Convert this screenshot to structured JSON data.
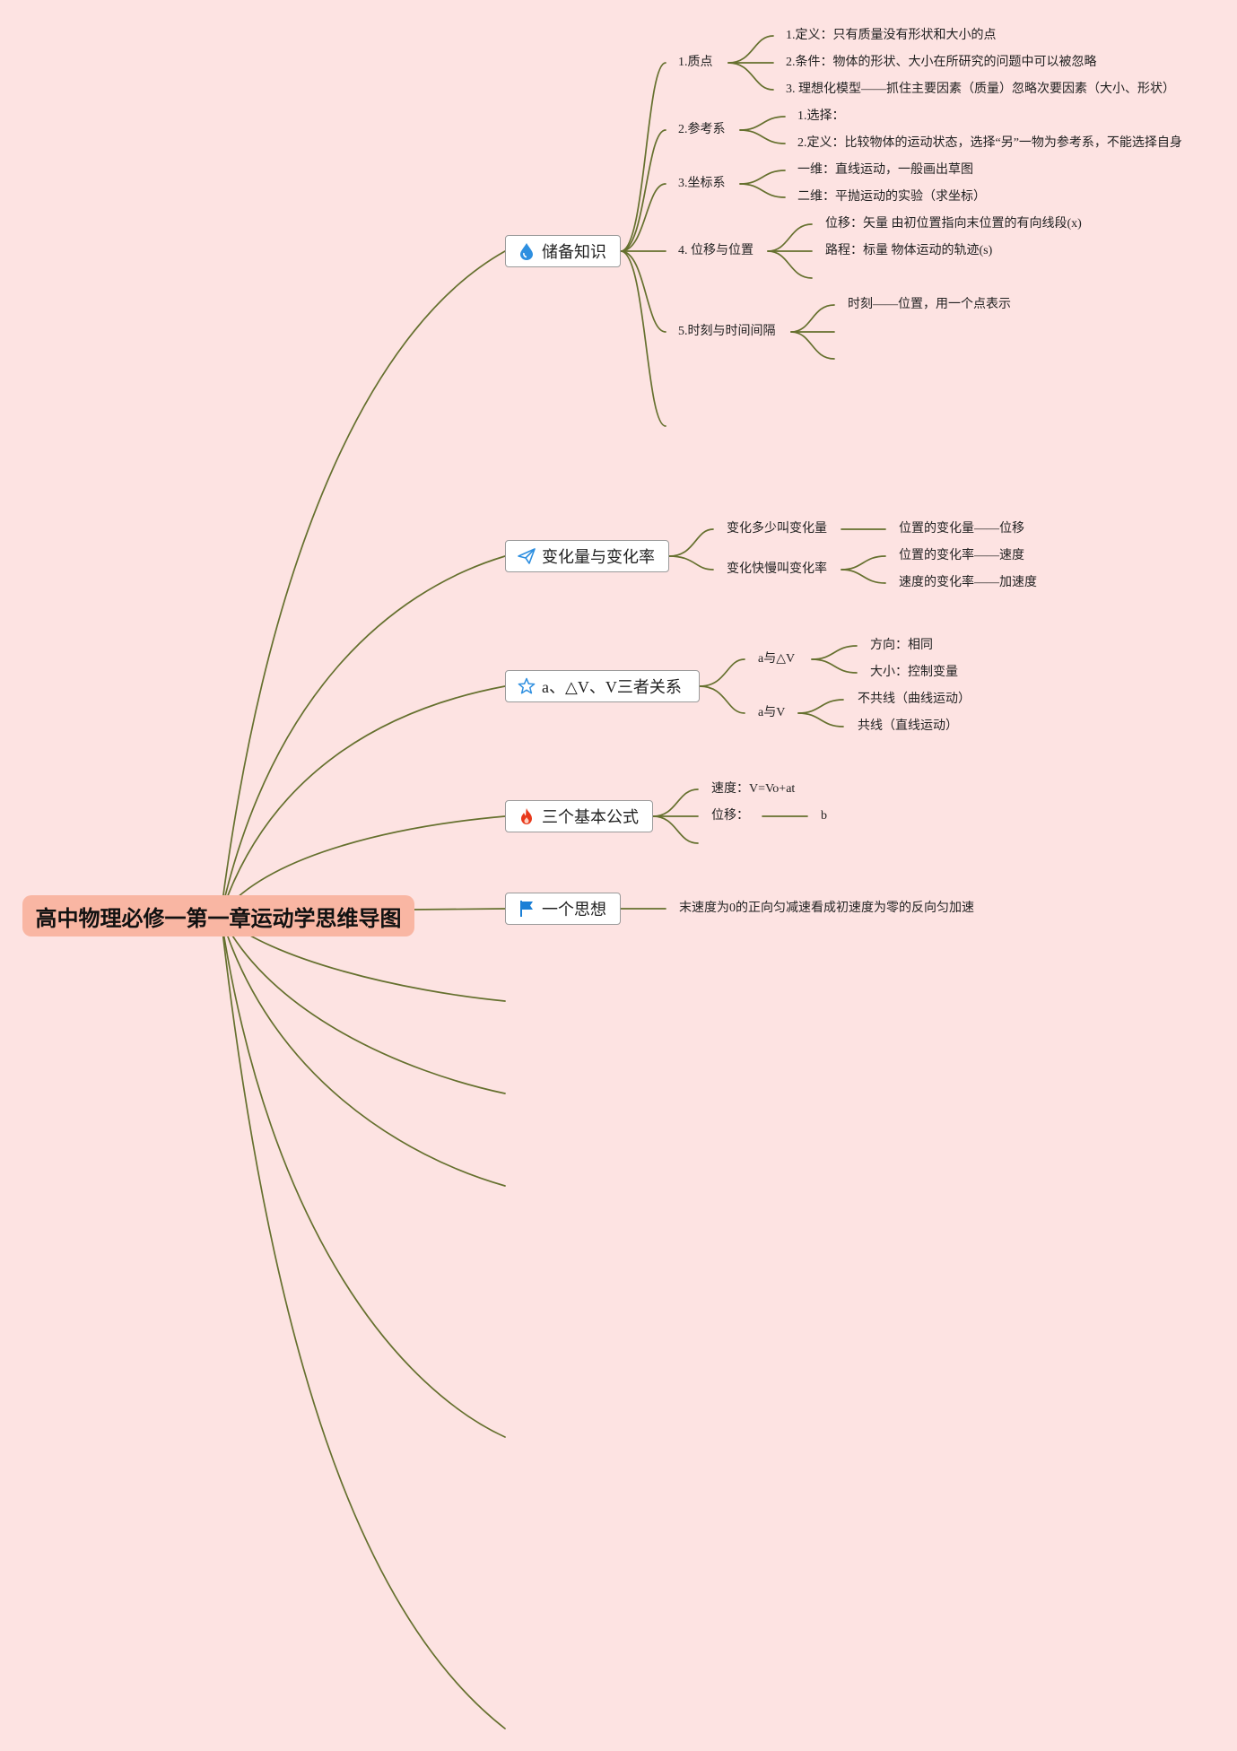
{
  "root": {
    "title": "高中物理必修一第一章运动学思维导图"
  },
  "branches": {
    "b1": {
      "label": "储备知识",
      "icon": "water-drop-icon",
      "color": "#2e8fe0"
    },
    "b2": {
      "label": "变化量与变化率",
      "icon": "paper-plane-icon",
      "color": "#2e8fe0"
    },
    "b3": {
      "label": "a、△V、V三者关系",
      "icon": "star-icon",
      "color": "#2e8fe0"
    },
    "b4": {
      "label": "三个基本公式",
      "icon": "fire-icon",
      "color": "#e8391b"
    },
    "b5": {
      "label": "一个思想",
      "icon": "flag-icon",
      "color": "#1a7fd6"
    }
  },
  "nodes": {
    "zhidian": "1.质点",
    "zhidian_def": "1.定义：只有质量没有形状和大小的点",
    "zhidian_cond": "2.条件：物体的形状、大小在所研究的问题中可以被忽略",
    "zhidian_model": "3. 理想化模型——抓住主要因素（质量）忽略次要因素（大小、形状）",
    "cankaoxi": "2.参考系",
    "cankaoxi_choose": "1.选择：",
    "cankaoxi_def": "2.定义：比较物体的运动状态，选择“另”一物为参考系，不能选择自身",
    "zuobiaoxi": "3.坐标系",
    "zuobiaoxi_1d": "一维：直线运动，一般画出草图",
    "zuobiaoxi_2d": "二维：平抛运动的实验（求坐标）",
    "weiyi": "4. 位移与位置",
    "weiyi_vec": "位移：矢量 由初位置指向末位置的有向线段(x)",
    "weiyi_path": "路程：标量 物体运动的轨迹(s)",
    "shike": "5.时刻与时间间隔",
    "shike_moment": "时刻——位置，用一个点表示",
    "bianhualiang": "变化多少叫变化量",
    "bianhualiang_pos": "位置的变化量——位移",
    "bianhualv": "变化快慢叫变化率",
    "bianhualv_speed": "位置的变化率——速度",
    "bianhualv_acc": "速度的变化率——加速度",
    "a_dv": "a与△V",
    "a_dv_dir": "方向：相同",
    "a_dv_size": "大小：控制变量",
    "a_v": "a与V",
    "a_v_noncol": "不共线（曲线运动）",
    "a_v_col": "共线（直线运动）",
    "f_speed": "速度：V=Vo+at",
    "f_disp": "位移：",
    "f_disp_b": "b",
    "idea": "末速度为0的正向匀减速看成初速度为零的反向匀加速"
  }
}
